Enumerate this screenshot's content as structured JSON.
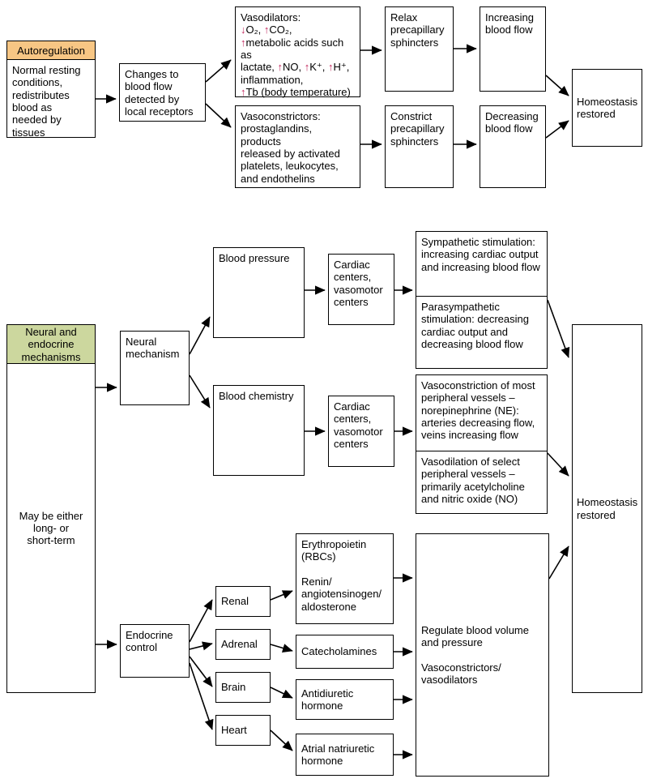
{
  "top": {
    "autoregulation_header": "Autoregulation",
    "autoregulation_body": "Normal resting conditions, redistributes blood as needed by tissues",
    "changes": "Changes to blood flow detected by local receptors",
    "vasodilators": "Vasodilators:\n↓O₂, ↑CO₂,\n↑metabolic acids such as\nlactate, ↑NO, ↑K⁺, ↑H⁺,\ninflammation,\n↑Tb (body temperature)",
    "vasoconstrictors": "Vasoconstrictors:\nprostaglandins, products\nreleased by activated\nplatelets, leukocytes,\nand endothelins",
    "relax": "Relax precapillary sphincters",
    "constrict": "Constrict precapillary sphincters",
    "increasing": "Increasing blood flow",
    "decreasing": "Decreasing blood flow",
    "homeostasis": "Homeostasis restored"
  },
  "bottom": {
    "neural_endocrine_header": "Neural and endocrine mechanisms",
    "duration": "May be either\nlong- or\nshort-term",
    "neural_mechanism": "Neural mechanism",
    "blood_pressure": "Blood pressure",
    "blood_chemistry": "Blood chemistry",
    "cardiac_centers_top": "Cardiac centers, vasomotor centers",
    "cardiac_centers_bottom": "Cardiac centers, vasomotor centers",
    "sympathetic": "Sympathetic stimulation: increasing cardiac output and increasing blood flow",
    "parasympathetic": "Parasympathetic stimulation: decreasing cardiac output and decreasing blood flow",
    "vasoconstriction": "Vasoconstriction of most peripheral vessels – norepinephrine (NE): arteries decreasing flow, veins increasing flow",
    "vasodilation": "Vasodilation of select peripheral vessels – primarily acetylcholine and nitric oxide (NO)",
    "endocrine_control": "Endocrine control",
    "renal": "Renal",
    "adrenal": "Adrenal",
    "brain": "Brain",
    "heart": "Heart",
    "erythropoietin": "Erythropoietin (RBCs)\n\nRenin/\nangiotensinogen/\naldosterone",
    "catecholamines": "Catecholamines",
    "antidiuretic": "Antidiuretic hormone",
    "atrial": "Atrial natriuretic hormone",
    "regulate": "Regulate blood volume\nand pressure\n\nVasoconstrictors/\nvasodilators",
    "homeostasis": "Homeostasis restored"
  },
  "colors": {
    "autoregulation_header_bg": "#F7C684",
    "neural_header_bg": "#CCD79E",
    "accent_arrow": "#C2255C"
  }
}
